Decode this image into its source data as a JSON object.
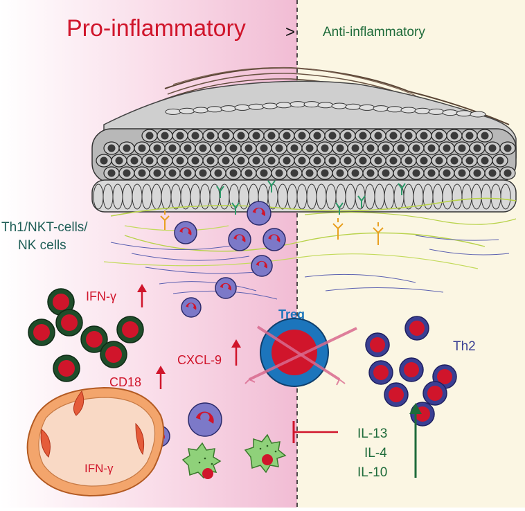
{
  "header": {
    "pro_label": "Pro-inflammatory",
    "gt_symbol": ">",
    "anti_label": "Anti-inflammatory"
  },
  "labels": {
    "th1_line1": "Th1/NKT-cells/",
    "th1_line2": "NK cells",
    "ifn_top": "IFN-γ",
    "cxcl9": "CXCL-9",
    "cd18": "CD18",
    "ifn_vessel": "IFN-γ",
    "treg": "Treg",
    "th2": "Th2",
    "il13": "IL-13",
    "il4": "IL-4",
    "il10": "IL-10"
  },
  "colors": {
    "pro_red": "#d0152b",
    "anti_green": "#1e6b3a",
    "th_teal": "#1f5e57",
    "th2_blue": "#3a3f93",
    "treg_blue": "#1c75bc",
    "pink_bg": "#f6c9dd",
    "cream_bg": "#fbf6e3"
  }
}
